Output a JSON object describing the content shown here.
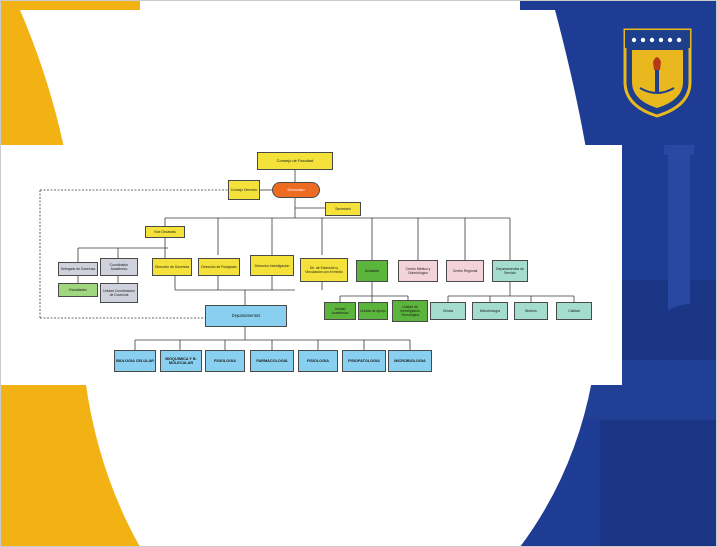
{
  "logo": {
    "stars": 6,
    "colors": {
      "shield": "#1e3f8c",
      "gold": "#e9b81f",
      "torch": "#f2c648"
    }
  },
  "org_chart": {
    "nodes": {
      "consejo_facultad": "Consejo de Facultad",
      "decano": "Decanato",
      "consejo_directivo": "Consejo Directivo",
      "secretario": "Secretario",
      "vice_decano": "Vice Decanato",
      "grey_1": "Delegado de Docencia",
      "grey_2": "Coordinador Académico",
      "grey_3": "Unidad Coordinación de Docencia",
      "lgreen_1": "Estudiantes",
      "dir_docencia": "Dirección de Docencia",
      "dir_postgrado": "Dirección de Postgrado",
      "dir_investigacion": "Dirección Investigación",
      "dir_extension": "Dir. de Extensión y Vinculación con el medio",
      "green_main": "Unidades",
      "pink_1": "Centro Médico y Odontológico",
      "pink_2": "Centro Regional",
      "teal_main": "Departamentos de Servicio",
      "green_1": "Unidad Académica",
      "green_2": "Unidad de Apoyo",
      "green_3": "Unidad de Investigación Tecnológica",
      "teal_1": "Clínica",
      "teal_2": "Microbiología",
      "teal_3": "Bioterio",
      "teal_4": "Calidad",
      "departamentos": "Departamentos",
      "dept_1": "BIOLOGIA CELULAR",
      "dept_2": "BIOQUIMICA Y B. MOLECULAR",
      "dept_3": "FISIOLOGIA",
      "dept_4": "FARMACOLOGIA",
      "dept_5": "FISIOLOGIA",
      "dept_6": "FISIOPATOLOGIA",
      "dept_7": "MICROBIOLOGIA"
    }
  }
}
